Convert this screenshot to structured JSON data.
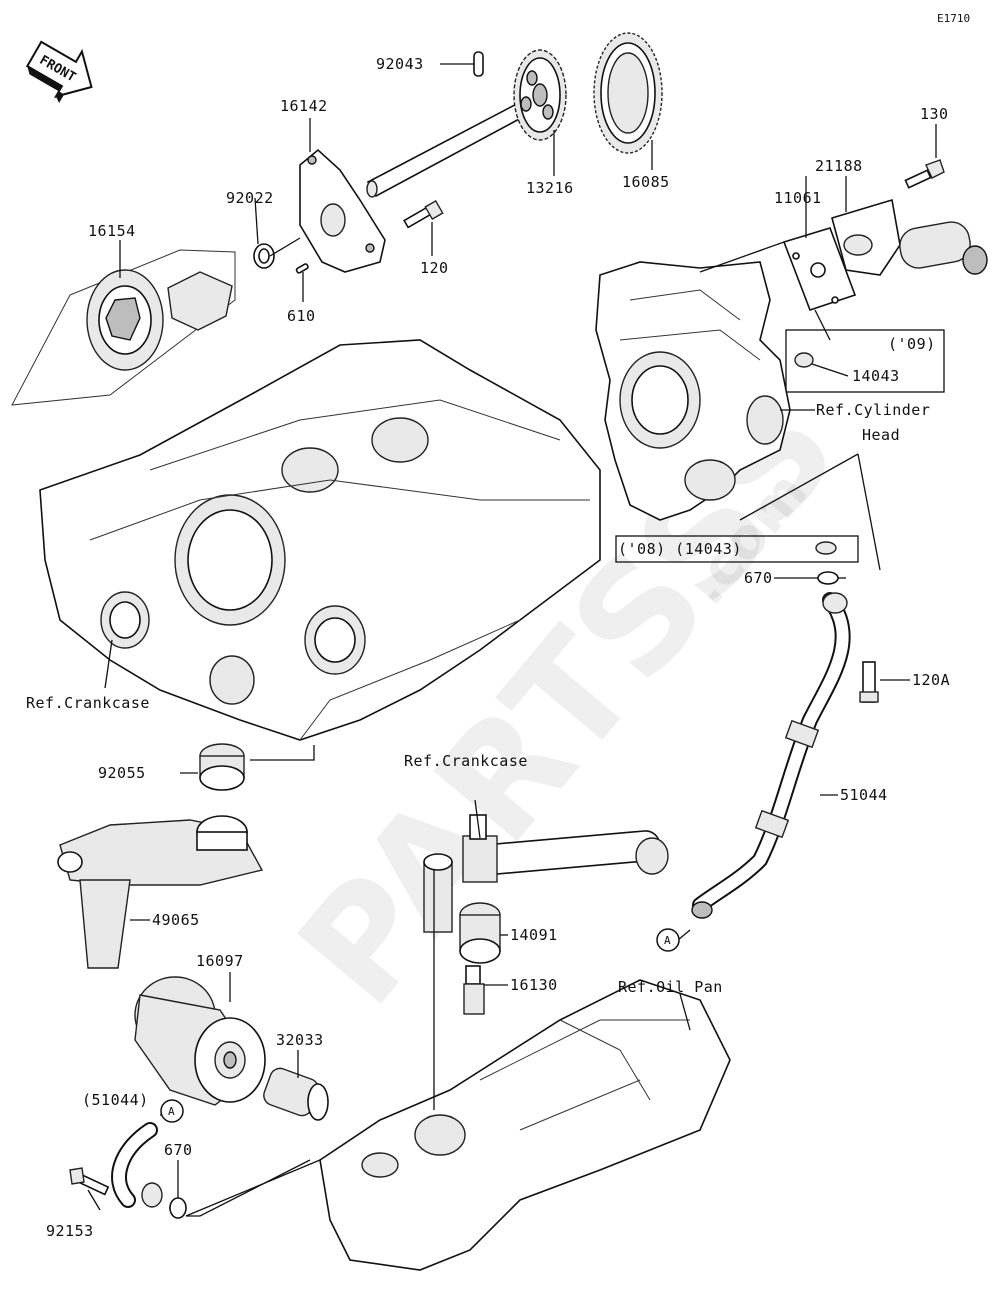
{
  "diagram_code": "E1710",
  "front_label": "FRONT",
  "watermark": {
    "main": "PARTSSS",
    "suffix": ".com"
  },
  "parts": {
    "p92043": "92043",
    "p13216": "13216",
    "p16085": "16085",
    "p16142": "16142",
    "p92022": "92022",
    "p16154": "16154",
    "p120": "120",
    "p610": "610",
    "p130": "130",
    "p21188": "21188",
    "p11061": "11061",
    "p14043": "14043",
    "p14043_09_year": "('09)",
    "p14043_08": "('08) (14043)",
    "p670_top": "670",
    "p120A": "120A",
    "p51044": "51044",
    "p92055": "92055",
    "p49065": "49065",
    "p14091": "14091",
    "p16130": "16130",
    "p16097": "16097",
    "p32033": "32033",
    "p51044_paren": "(51044)",
    "p670_bottom": "670",
    "p92153": "92153"
  },
  "refs": {
    "cylinder_head_line1": "Ref.Cylinder",
    "cylinder_head_line2": "Head",
    "crankcase_left": "Ref.Crankcase",
    "crankcase_mid": "Ref.Crankcase",
    "oil_pan": "Ref.Oil Pan"
  },
  "connectors": {
    "a_top": "A",
    "a_bottom": "A"
  }
}
